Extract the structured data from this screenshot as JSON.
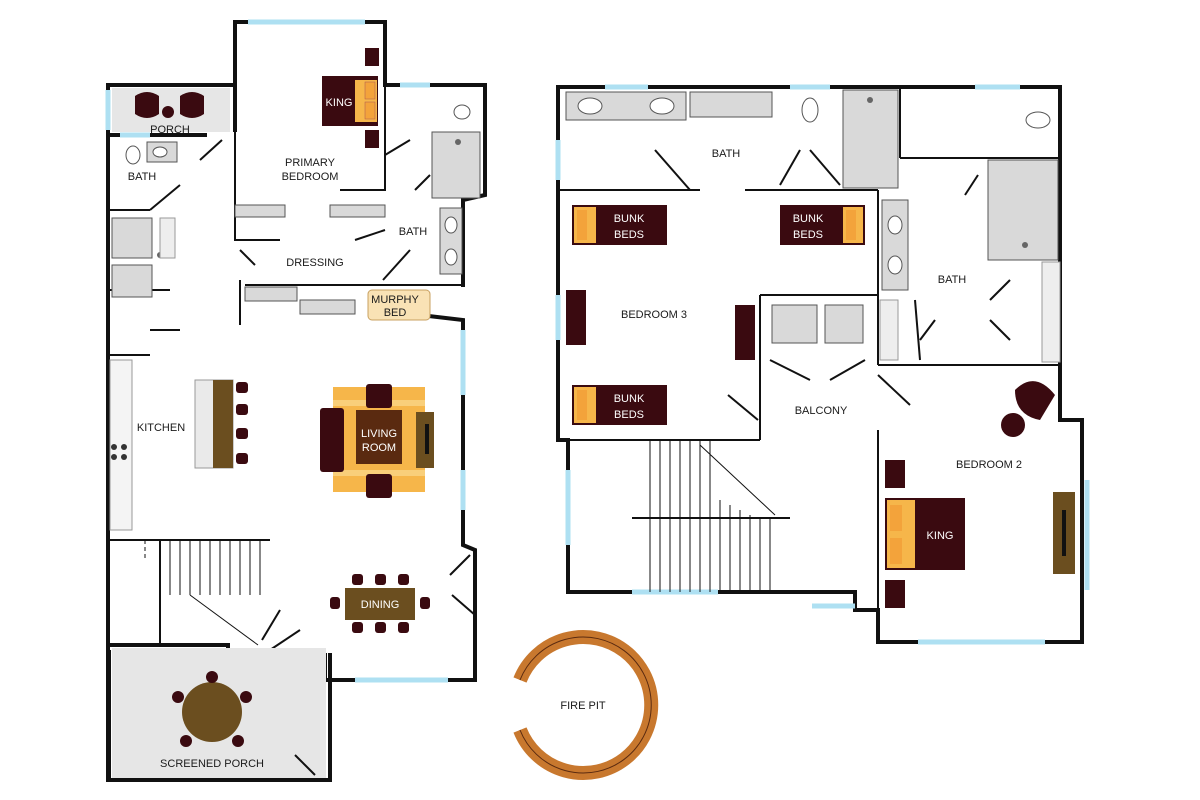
{
  "rooms": {
    "porch": "PORCH",
    "bath_small": "BATH",
    "primary_bedroom_line1": "PRIMARY",
    "primary_bedroom_line2": "BEDROOM",
    "king_primary": "KING",
    "dressing": "DRESSING",
    "bath_primary": "BATH",
    "murphy_line1": "MURPHY",
    "murphy_line2": "BED",
    "kitchen": "KITCHEN",
    "living_line1": "LIVING",
    "living_line2": "ROOM",
    "dining": "DINING",
    "screened_porch": "SCREENED PORCH",
    "fire_pit": "FIRE PIT",
    "bath_upper": "BATH",
    "bunk1_line1": "BUNK",
    "bunk1_line2": "BEDS",
    "bunk2_line1": "BUNK",
    "bunk2_line2": "BEDS",
    "bunk3_line1": "BUNK",
    "bunk3_line2": "BEDS",
    "bedroom3": "BEDROOM 3",
    "bath_right": "BATH",
    "balcony": "BALCONY",
    "bedroom2": "BEDROOM 2",
    "king_bedroom2": "KING"
  },
  "colors": {
    "wall": "#111111",
    "window": "#aee0f2",
    "furniture_dark": "#3a0a10",
    "wood": "#6b4e1f",
    "rug": "#f6b64a",
    "pillow": "#f3a33b",
    "fixture": "#d9d9d9",
    "fire_pit": "#c8782e"
  }
}
